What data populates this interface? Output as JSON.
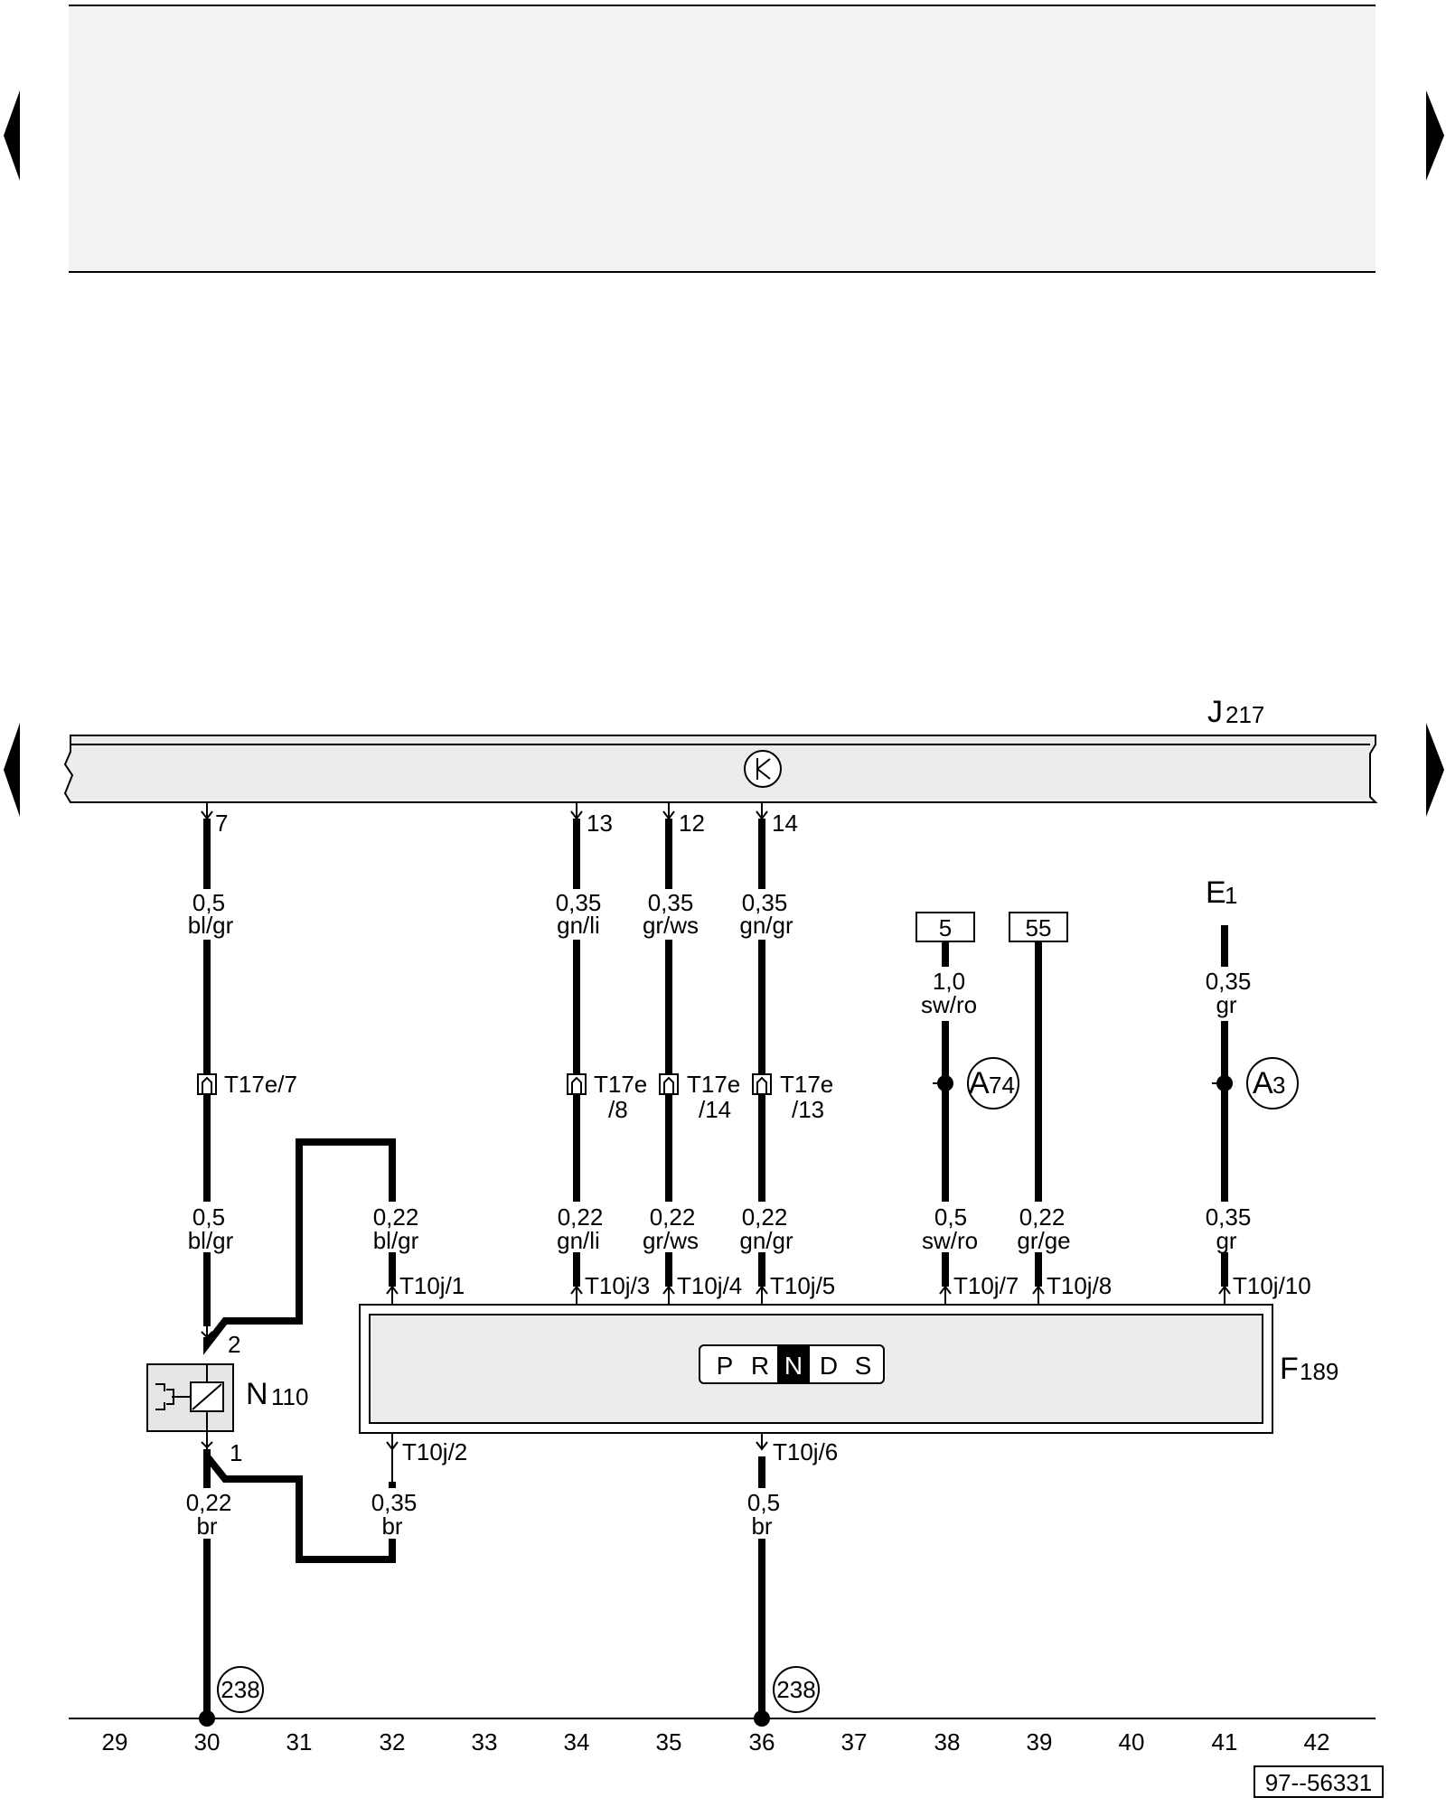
{
  "components": {
    "j217": {
      "name": "J",
      "sub": "217"
    },
    "f189": {
      "name": "F",
      "sub": "189"
    },
    "n110": {
      "name": "N",
      "sub": "110"
    },
    "e1": {
      "name": "E",
      "sub": "1"
    },
    "gears": [
      "P",
      "R",
      "N",
      "D",
      "S"
    ],
    "active_gear": "N"
  },
  "j217_pins": [
    "7",
    "13",
    "12",
    "14"
  ],
  "upper_wires": [
    {
      "size": "0,5",
      "color": "bl/gr"
    },
    {
      "size": "0,35",
      "color": "gn/li"
    },
    {
      "size": "0,35",
      "color": "gr/ws"
    },
    {
      "size": "0,35",
      "color": "gn/gr"
    }
  ],
  "t17e_labels": [
    {
      "line1": "T17e/7",
      "line2": ""
    },
    {
      "line1": "T17e",
      "line2": "/8"
    },
    {
      "line1": "T17e",
      "line2": "/14"
    },
    {
      "line1": "T17e",
      "line2": "/13"
    }
  ],
  "terminal_boxes": [
    "5",
    "55"
  ],
  "right_upper_wires": [
    {
      "size": "1,0",
      "color": "sw/ro"
    },
    {
      "size": "0,35",
      "color": "gr"
    }
  ],
  "splice_labels": {
    "a74": {
      "letter": "A",
      "num": "74"
    },
    "a3": {
      "letter": "A",
      "num": "3"
    }
  },
  "f189_top_wires": [
    {
      "size": "0,5",
      "color": "bl/gr"
    },
    {
      "size": "0,22",
      "color": "bl/gr"
    },
    {
      "size": "0,22",
      "color": "gn/li"
    },
    {
      "size": "0,22",
      "color": "gr/ws"
    },
    {
      "size": "0,22",
      "color": "gn/gr"
    },
    {
      "size": "0,5",
      "color": "sw/ro"
    },
    {
      "size": "0,22",
      "color": "gr/ge"
    },
    {
      "size": "0,35",
      "color": "gr"
    }
  ],
  "f189_top_pins": [
    "T10j/1",
    "T10j/3",
    "T10j/4",
    "T10j/5",
    "T10j/7",
    "T10j/8",
    "T10j/10"
  ],
  "f189_bottom_pins": [
    "T10j/2",
    "T10j/6"
  ],
  "n110_pins": [
    "2",
    "1"
  ],
  "lower_wires": [
    {
      "size": "0,22",
      "color": "br"
    },
    {
      "size": "0,35",
      "color": "br"
    },
    {
      "size": "0,5",
      "color": "br"
    }
  ],
  "ground_refs": [
    "238",
    "238"
  ],
  "grid_numbers": [
    "29",
    "30",
    "31",
    "32",
    "33",
    "34",
    "35",
    "36",
    "37",
    "38",
    "39",
    "40",
    "41",
    "42"
  ],
  "drawing_number": "97--56331"
}
